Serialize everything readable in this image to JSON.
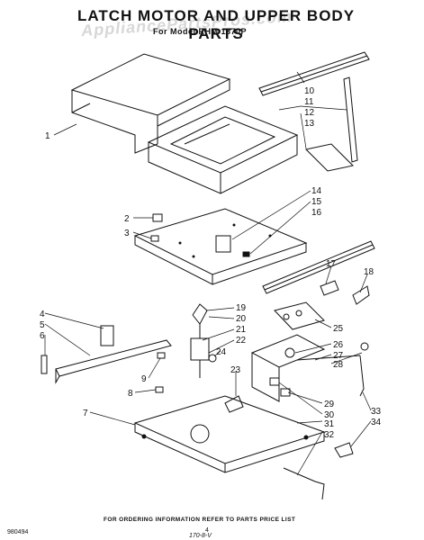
{
  "header": {
    "title": "LATCH MOTOR AND UPPER BODY PARTS",
    "model": "For Model RHM 1870P",
    "watermark": "AppliancePartsPros.com"
  },
  "footer": {
    "ordering_note": "FOR ORDERING INFORMATION REFER TO PARTS PRICE LIST",
    "doc_code": "980494",
    "page_number": "4",
    "bottom_code": "170-8-V"
  },
  "callouts": [
    "1",
    "2",
    "3",
    "4",
    "5",
    "6",
    "7",
    "8",
    "9",
    "10",
    "11",
    "12",
    "13",
    "14",
    "15",
    "16",
    "17",
    "18",
    "19",
    "20",
    "21",
    "22",
    "23",
    "24",
    "25",
    "26",
    "27",
    "28",
    "29",
    "30",
    "31",
    "32",
    "33",
    "34"
  ]
}
